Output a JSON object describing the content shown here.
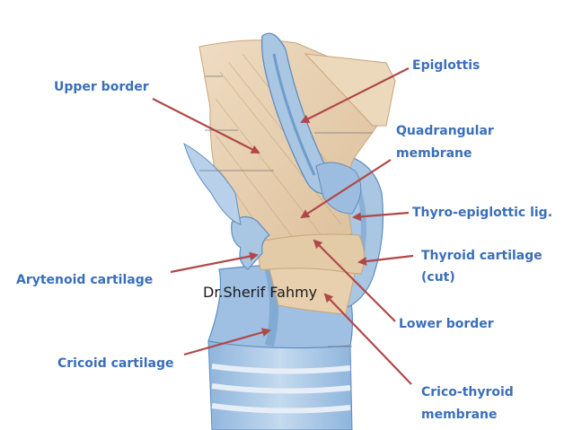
{
  "labels": {
    "epiglottis": "Epiglottis",
    "upper_border": "Upper border",
    "quadrangular_line1": "Quadrangular",
    "quadrangular_line2": "membrane",
    "thyro_epiglottic": "Thyro-epiglottic lig.",
    "thyroid_line1": "Thyroid cartilage",
    "thyroid_line2": "(cut)",
    "arytenoid": "Arytenoid cartilage",
    "lower_border": "Lower border",
    "cricoid": "Cricoid cartilage",
    "cricothyroid_line1": "Crico-thyroid",
    "cricothyroid_line2": "membrane"
  },
  "watermark": "Dr.Sherif Fahmy",
  "colors": {
    "label": "#3a6fb8",
    "arrow": "#b04848",
    "ligament": "#e8d2b4",
    "cartilage": "#a9c6e3",
    "cartilage_dark": "#6f9cc9"
  }
}
